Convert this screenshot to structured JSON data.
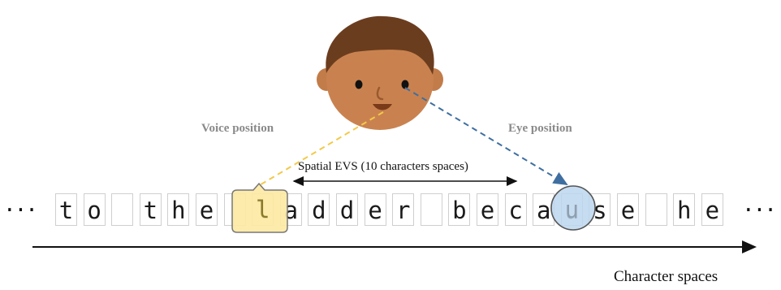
{
  "labels": {
    "voice_position": "Voice position",
    "eye_position": "Eye position",
    "spatial_evs": "Spatial EVS (10 characters spaces)",
    "axis": "Character spaces"
  },
  "ellipsis": "···",
  "characters": [
    "t",
    "o",
    "",
    "t",
    "h",
    "e",
    "",
    "l",
    "a",
    "d",
    "d",
    "e",
    "r",
    "",
    "b",
    "e",
    "c",
    "a",
    "u",
    "s",
    "e",
    "",
    "h",
    "e"
  ],
  "voice_character": "l",
  "eye_character": "u",
  "colors": {
    "voice_fill": "#fde9a3",
    "voice_line": "#f3c94a",
    "eye_fill": "#bcd6ee",
    "eye_line": "#3f6fa0",
    "cell_border": "#cfcfcf",
    "skin": "#c9824f",
    "hair": "#6b3d1f"
  }
}
